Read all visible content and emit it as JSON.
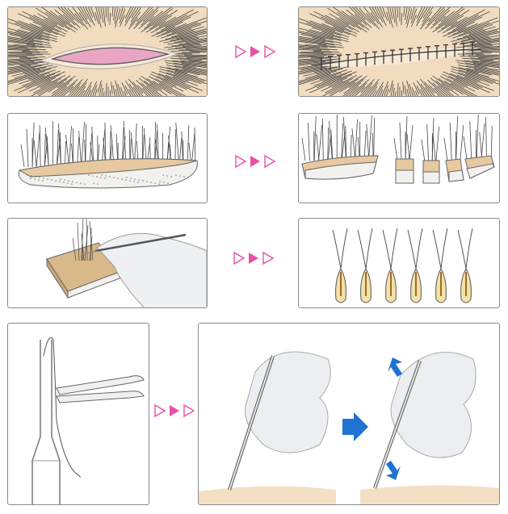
{
  "colors": {
    "scalp": "#f1dcbf",
    "hair": "#3a3a3a",
    "wound": "#e8a6c4",
    "arrow_pink_fill": "#e94fa8",
    "arrow_pink_outline": "#e94fa8",
    "arrow_blue": "#1e73d1",
    "panel_border": "#8a8a8a",
    "skin": "#f3dfc4",
    "graft": "#f3e2a8",
    "glove": "#e7e9ec"
  },
  "icons": [
    "step-arrow-icon",
    "push-arrow-icon"
  ],
  "steps": [
    "incision-suture",
    "strip-slicing",
    "graft-dissection",
    "implanter-insertion"
  ]
}
